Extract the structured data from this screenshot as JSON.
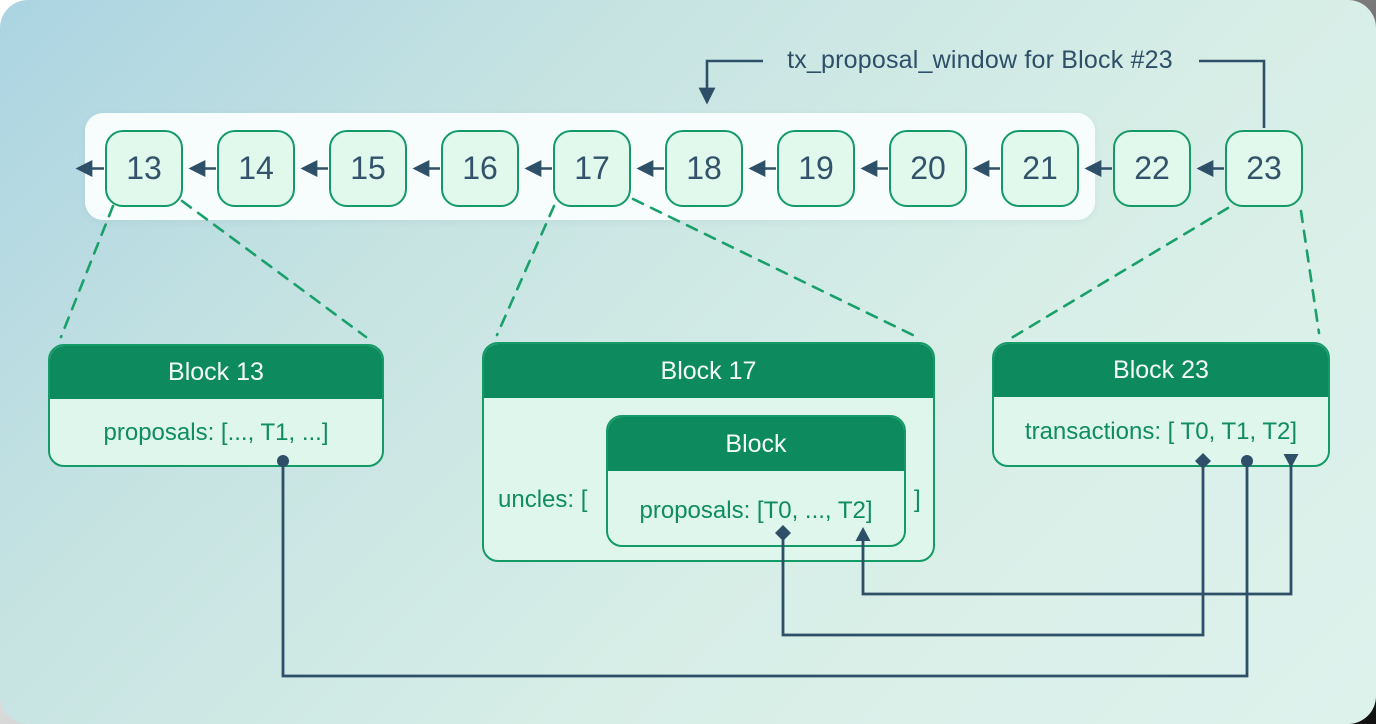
{
  "annotation": {
    "label": "tx_proposal_window for Block #23"
  },
  "chain": {
    "blocks": [
      "13",
      "14",
      "15",
      "16",
      "17",
      "18",
      "19",
      "20",
      "21",
      "22",
      "23"
    ]
  },
  "cards": {
    "block13": {
      "title": "Block 13",
      "body": "proposals: [..., T1, ...]"
    },
    "block17": {
      "title": "Block 17",
      "uncles_open": "uncles: [",
      "uncles_close": "]",
      "nested": {
        "title": "Block",
        "body": "proposals: [T0, ..., T2]"
      }
    },
    "block23": {
      "title": "Block 23",
      "body": "transactions: [ T0, T1, T2]"
    }
  },
  "markers": {
    "t0": "diamond",
    "t1": "circle",
    "t2": "triangle"
  },
  "colors": {
    "header_green": "#0e8b5e",
    "border_green": "#149a66",
    "body_mint": "#def6ec",
    "chain_fill": "#e1f8ed",
    "navy": "#2e4f68",
    "dash_green": "#1aa06b",
    "window_bg": "#f7fdfd",
    "bg_top_left": "#abd4e2",
    "bg_bottom_right": "#def2ec"
  }
}
